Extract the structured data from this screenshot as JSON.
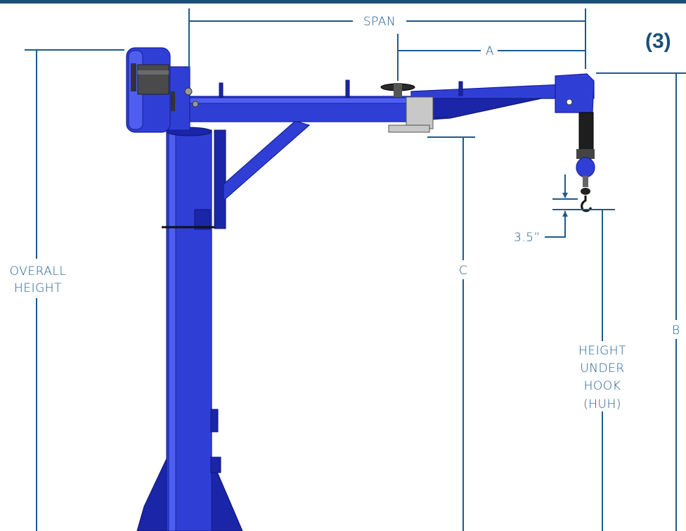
{
  "figure_number": "(3)",
  "labels": {
    "span": "SPAN",
    "a": "A",
    "b": "B",
    "c": "C",
    "overall_height_line1": "OVERALL",
    "overall_height_line2": "HEIGHT",
    "huh_line1": "HEIGHT",
    "huh_line2": "UNDER",
    "huh_line3": "HOOK",
    "huh_line4": "(HUH)",
    "hook_gap": "3.5”"
  },
  "colors": {
    "crane_blue": "#2f3fd6",
    "dimension_line": "#1d5a8c",
    "top_border": "#1a4f7a"
  }
}
